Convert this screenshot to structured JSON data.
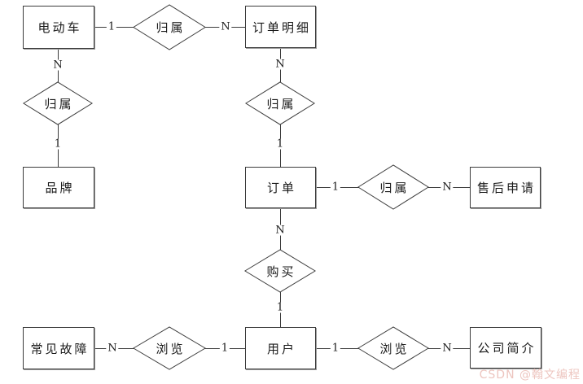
{
  "diagram": {
    "type": "entity-relationship",
    "entities": {
      "electric_vehicle": {
        "label": "电动车"
      },
      "order_detail": {
        "label": "订单明细"
      },
      "brand": {
        "label": "品牌"
      },
      "order": {
        "label": "订单"
      },
      "after_sales_request": {
        "label": "售后申请"
      },
      "common_faults": {
        "label": "常见故障"
      },
      "user": {
        "label": "用户"
      },
      "company_profile": {
        "label": "公司简介"
      }
    },
    "relationships": {
      "belongs_to": {
        "label": "归属"
      },
      "purchase": {
        "label": "购买"
      },
      "browse": {
        "label": "浏览"
      }
    },
    "cardinality": {
      "one": "1",
      "many": "N"
    },
    "edges": [
      {
        "from": "electric_vehicle",
        "from_card": "1",
        "relation": "belongs_to",
        "to_card": "N",
        "to": "order_detail"
      },
      {
        "from": "electric_vehicle",
        "from_card": "N",
        "relation": "belongs_to",
        "to_card": "1",
        "to": "brand"
      },
      {
        "from": "order_detail",
        "from_card": "N",
        "relation": "belongs_to",
        "to_card": "1",
        "to": "order"
      },
      {
        "from": "order",
        "from_card": "1",
        "relation": "belongs_to",
        "to_card": "N",
        "to": "after_sales_request"
      },
      {
        "from": "order",
        "from_card": "N",
        "relation": "purchase",
        "to_card": "1",
        "to": "user"
      },
      {
        "from": "common_faults",
        "from_card": "N",
        "relation": "browse",
        "to_card": "1",
        "to": "user"
      },
      {
        "from": "user",
        "from_card": "1",
        "relation": "browse",
        "to_card": "N",
        "to": "company_profile"
      }
    ],
    "colors": {
      "line": "#3c3c3c",
      "shape_fill": "#ffffff",
      "text": "#1a1a1a",
      "watermark": "#edc5bf"
    }
  },
  "watermark": {
    "text": "CSDN @翰文编程"
  }
}
